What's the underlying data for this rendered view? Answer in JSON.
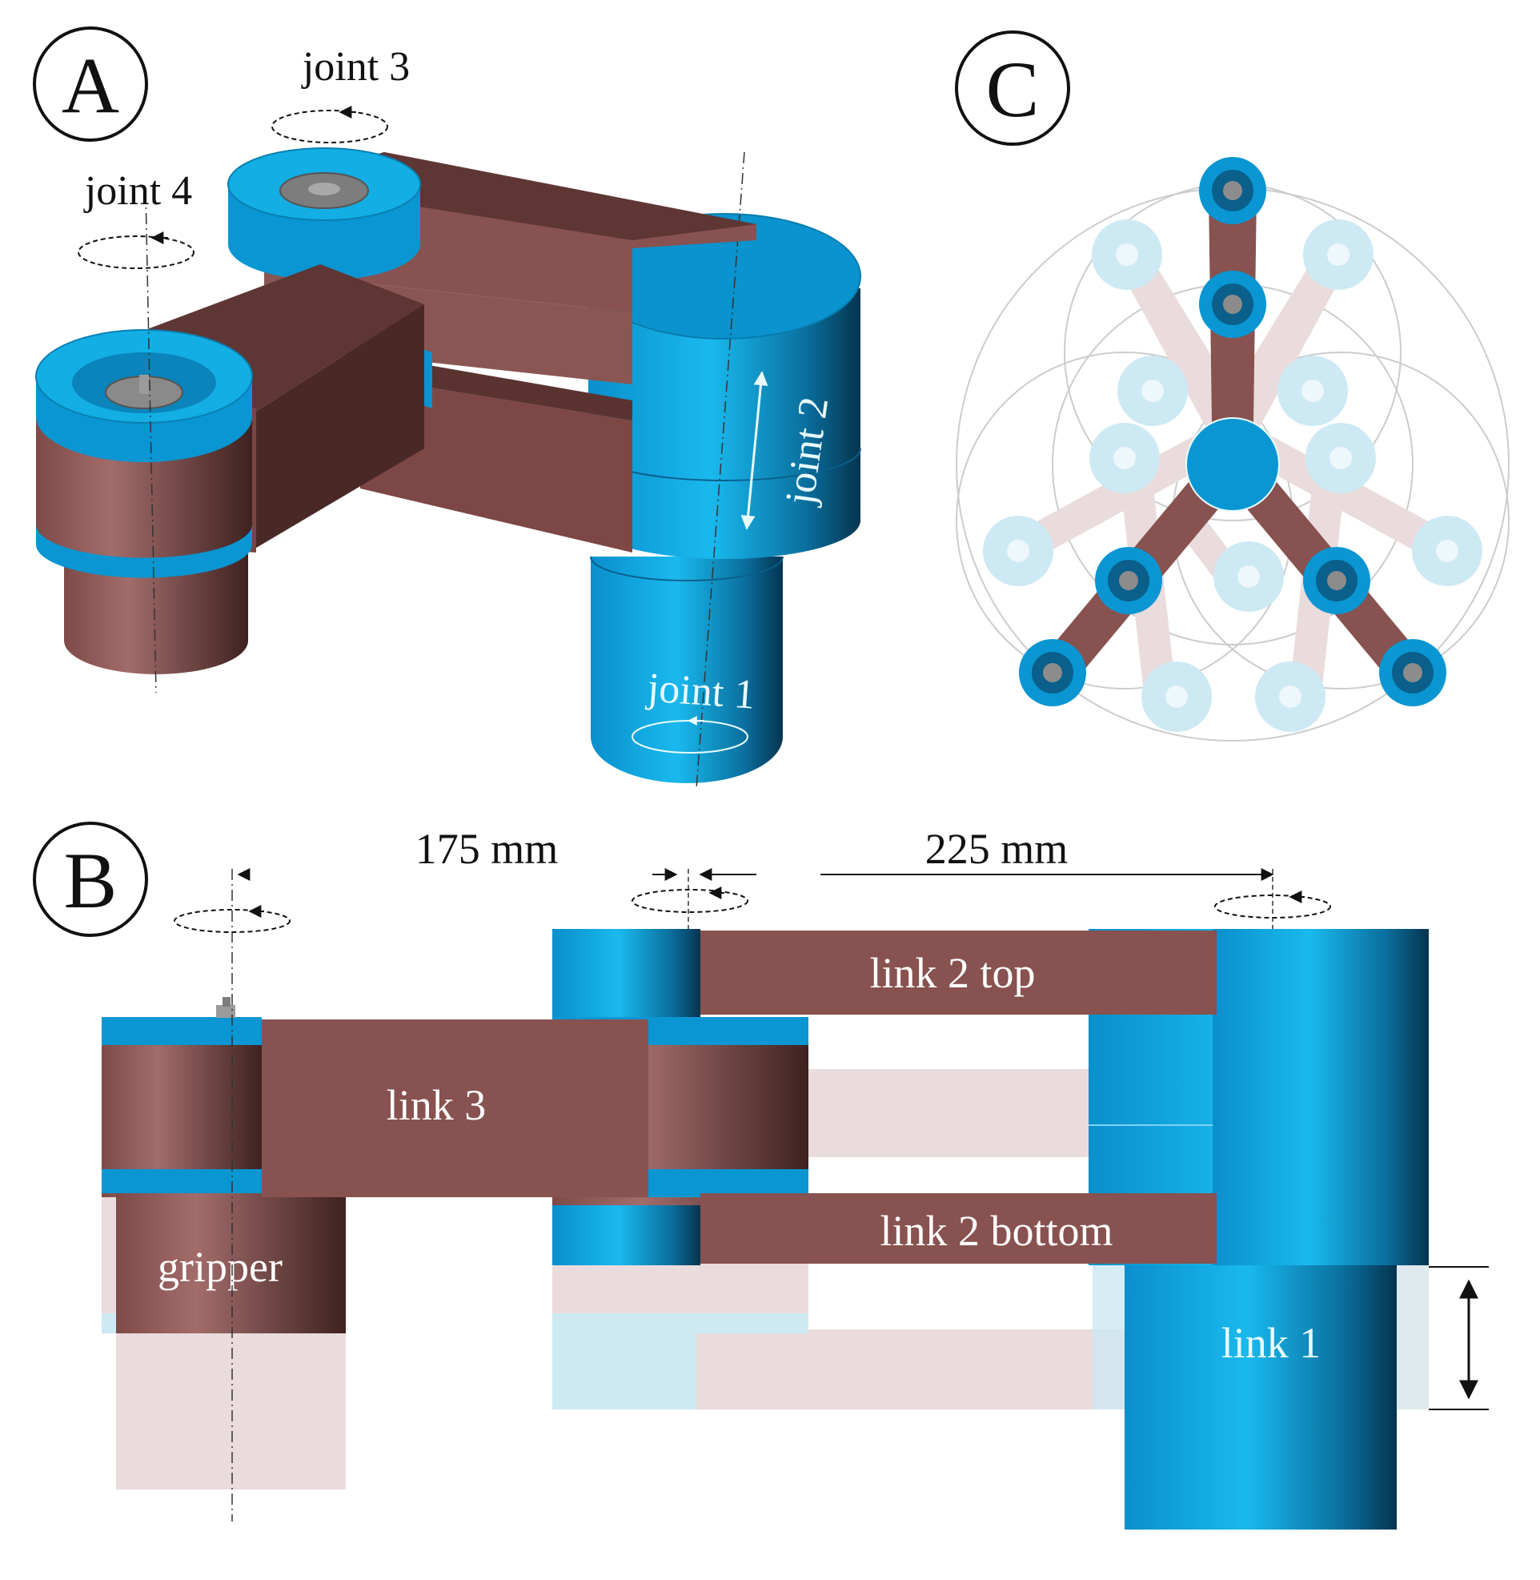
{
  "panels": {
    "a": {
      "letter": "A"
    },
    "b": {
      "letter": "B"
    },
    "c": {
      "letter": "C"
    }
  },
  "joint_labels": {
    "joint_1": "joint 1",
    "joint_2": "joint 2",
    "joint_3": "joint 3",
    "joint_4": "joint 4"
  },
  "link_labels": {
    "link_1": "link 1",
    "link_2_top": "link 2 top",
    "link_2_bottom": "link 2 bottom",
    "link_3": "link 3",
    "gripper": "gripper"
  },
  "dimensions": {
    "link_3_length": "175 mm",
    "link_2_length": "225 mm"
  },
  "colors": {
    "link_brown": "#87524f",
    "link_brown_dark": "#5e3634",
    "joint_blue": "#0a96d2",
    "joint_blue_dark": "#0a4f74",
    "ghost_brown": "#eadcdc",
    "ghost_blue": "#cde9f4",
    "outline": "#111111"
  }
}
